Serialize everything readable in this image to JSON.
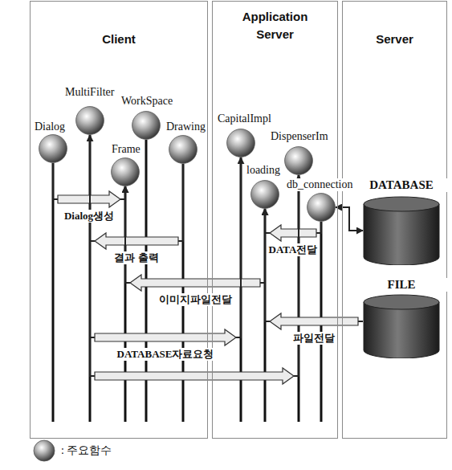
{
  "diagram": {
    "nodes": [
      {
        "text": [
          "Client"
        ]
      },
      {
        "text": [
          "Application Server"
        ]
      },
      {
        "text": [
          "Server"
        ]
      },
      {
        "text": [
          "Dialog"
        ],
        "in": 0
      },
      {
        "text": [
          "MultiFilter"
        ],
        "in": 0
      },
      {
        "text": [
          "WorkSpace"
        ],
        "in": 0
      },
      {
        "text": [
          "Frame"
        ],
        "in": 0
      },
      {
        "text": [
          "Drawing"
        ],
        "in": 0
      },
      {
        "text": [
          "CapitalImpl"
        ],
        "in": 1
      },
      {
        "text": [
          "DispenserIm"
        ],
        "in": 1
      },
      {
        "text": [
          "loading"
        ],
        "in": 1
      },
      {
        "text": [
          "db_connection"
        ],
        "in": 1
      },
      {
        "text": [
          "DATABASE"
        ],
        "in": 2
      },
      {
        "text": [
          "FILE"
        ],
        "in": 2
      }
    ],
    "edges": [
      {
        "from": 3,
        "to": 6,
        "label": "Dialog생성",
        "arrow": "to"
      },
      {
        "from": 7,
        "to": 4,
        "label": "결과 출력",
        "arrow": "to"
      },
      {
        "from": 11,
        "to": 10,
        "label": "DATA전달",
        "arrow": "to"
      },
      {
        "from": 11,
        "to": 12,
        "arrow": "both"
      },
      {
        "from": 10,
        "to": 6,
        "label": "이미지파일전달",
        "arrow": "to"
      },
      {
        "from": 4,
        "to": 8,
        "label": "DATABASE자료요청",
        "arrow": "to"
      },
      {
        "from": 4,
        "to": 9,
        "arrow": "to"
      },
      {
        "from": 13,
        "to": 10,
        "label": "파일전달",
        "arrow": "to"
      }
    ],
    "legend": [
      {
        "text": ": 주요함수"
      }
    ]
  }
}
